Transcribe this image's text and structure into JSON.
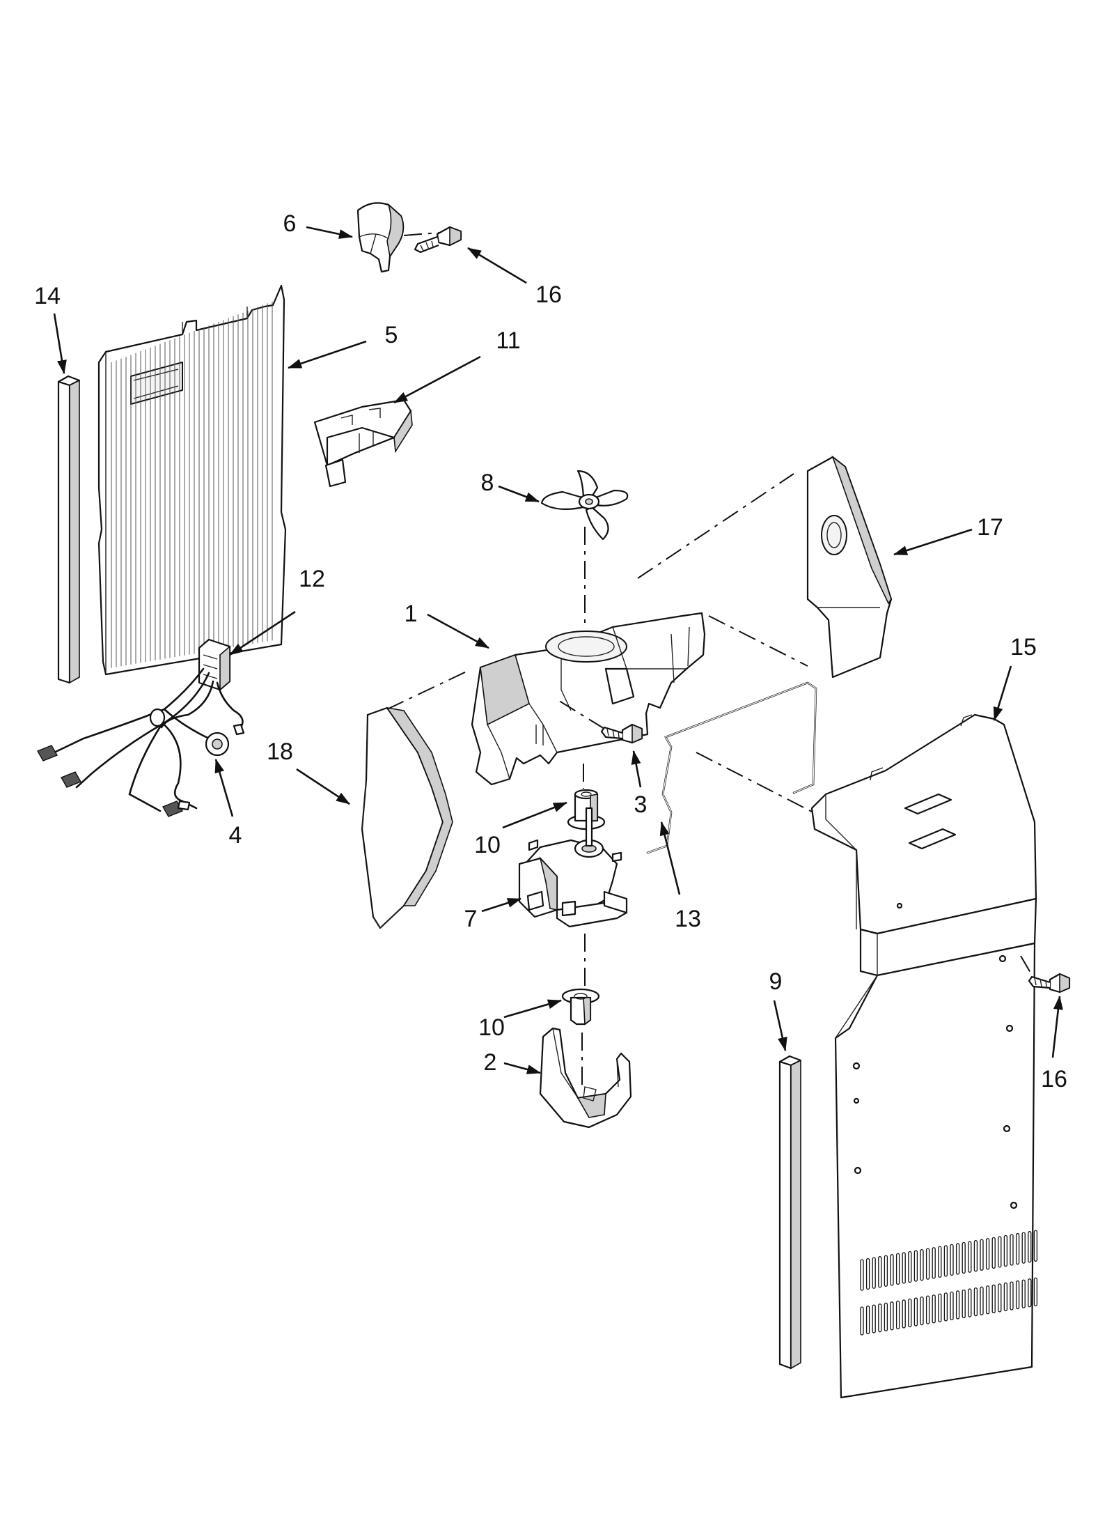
{
  "callouts": [
    {
      "id": "c1",
      "label": "1"
    },
    {
      "id": "c2",
      "label": "2"
    },
    {
      "id": "c3",
      "label": "3"
    },
    {
      "id": "c4",
      "label": "4"
    },
    {
      "id": "c5",
      "label": "5"
    },
    {
      "id": "c6",
      "label": "6"
    },
    {
      "id": "c7",
      "label": "7"
    },
    {
      "id": "c8",
      "label": "8"
    },
    {
      "id": "c9",
      "label": "9"
    },
    {
      "id": "c10a",
      "label": "10"
    },
    {
      "id": "c10b",
      "label": "10"
    },
    {
      "id": "c11",
      "label": "11"
    },
    {
      "id": "c12",
      "label": "12"
    },
    {
      "id": "c13",
      "label": "13"
    },
    {
      "id": "c14",
      "label": "14"
    },
    {
      "id": "c15",
      "label": "15"
    },
    {
      "id": "c16a",
      "label": "16"
    },
    {
      "id": "c16b",
      "label": "16"
    },
    {
      "id": "c17",
      "label": "17"
    },
    {
      "id": "c18",
      "label": "18"
    }
  ]
}
